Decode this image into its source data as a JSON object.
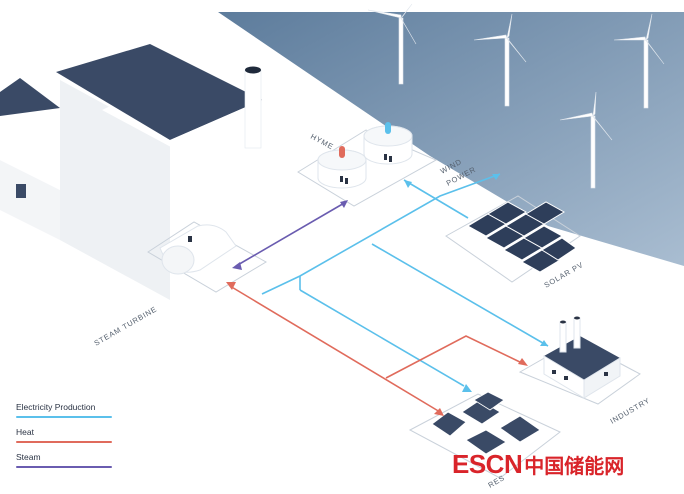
{
  "labels": {
    "hyme": "HYME",
    "wind_power_line1": "WIND",
    "wind_power_line2": "POWER",
    "solar_pv": "SOLAR PV",
    "steam_turbine": "STEAM TURBINE",
    "industry": "INDUSTRY",
    "residential_partial": "RES"
  },
  "legend": {
    "items": [
      {
        "label": "Electricity Production",
        "color": "#5bc0eb"
      },
      {
        "label": "Heat",
        "color": "#e06b5c"
      },
      {
        "label": "Steam",
        "color": "#6a5cb0"
      }
    ]
  },
  "watermark": {
    "latin": "ESCN",
    "cjk": "中国储能网"
  },
  "colors": {
    "sea": "#6f8dab",
    "sea_light": "#a9bdd1",
    "roof": "#3a4a66",
    "electricity": "#5bc0eb",
    "heat": "#e06b5c",
    "steam": "#6a5cb0"
  }
}
